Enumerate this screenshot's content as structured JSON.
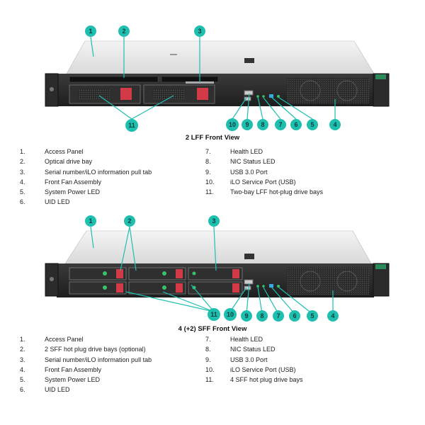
{
  "sections": [
    {
      "title": "2 LFF Front View",
      "legend": [
        {
          "num": "1.",
          "label": "Access Panel"
        },
        {
          "num": "2.",
          "label": "Optical drive bay"
        },
        {
          "num": "3.",
          "label": "Serial number/iLO information pull tab"
        },
        {
          "num": "4.",
          "label": "Front Fan Assembly"
        },
        {
          "num": "5.",
          "label": "System Power LED"
        },
        {
          "num": "6.",
          "label": "UID LED"
        },
        {
          "num": "7.",
          "label": "Health LED"
        },
        {
          "num": "8.",
          "label": "NIC Status LED"
        },
        {
          "num": "9.",
          "label": "USB 3.0 Port"
        },
        {
          "num": "10.",
          "label": "iLO Service Port (USB)"
        },
        {
          "num": "11.",
          "label": "Two-bay LFF hot-plug drive bays"
        }
      ]
    },
    {
      "title": "4 (+2) SFF Front View",
      "legend": [
        {
          "num": "1.",
          "label": "Access Panel"
        },
        {
          "num": "2.",
          "label": "2 SFF hot plug drive bays (optional)"
        },
        {
          "num": "3.",
          "label": "Serial number/iLO information pull tab"
        },
        {
          "num": "4.",
          "label": "Front Fan Assembly"
        },
        {
          "num": "5.",
          "label": "System Power LED"
        },
        {
          "num": "6.",
          "label": "UID LED"
        },
        {
          "num": "7.",
          "label": "Health LED"
        },
        {
          "num": "8.",
          "label": "NIC Status LED"
        },
        {
          "num": "9.",
          "label": "USB 3.0 Port"
        },
        {
          "num": "10.",
          "label": "iLO Service Port (USB)"
        },
        {
          "num": "11.",
          "label": "4 SFF hot plug drive bays"
        }
      ]
    }
  ],
  "callouts": [
    "1",
    "2",
    "3",
    "4",
    "5",
    "6",
    "7",
    "8",
    "9",
    "10",
    "11"
  ],
  "colors": {
    "callout": "#1fbfb0",
    "leader": "#1fbfb0",
    "drive_latch": "#d23a48",
    "led_green": "#34c46a",
    "led_blue": "#39a7e0",
    "bezel_tag": "#2a8a5a"
  }
}
